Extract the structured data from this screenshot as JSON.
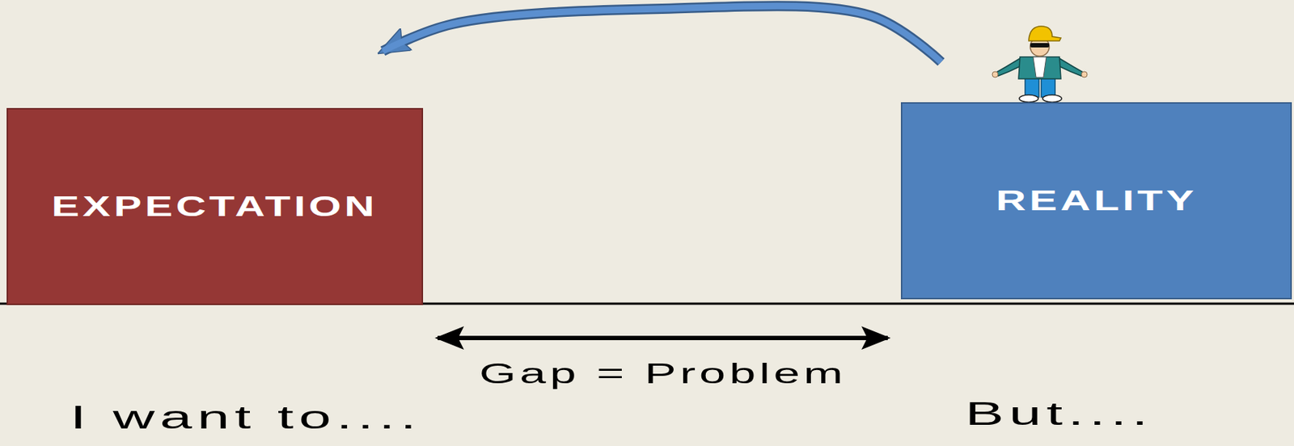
{
  "diagram": {
    "nodes": [
      {
        "text": [
          "EXPECTATION"
        ]
      },
      {
        "text": [
          "REALITY"
        ]
      }
    ],
    "edges": [
      {
        "from": 1,
        "to": 0,
        "arrow": "to"
      },
      {
        "from": 0,
        "to": 1,
        "arrow": "both",
        "label": "Gap = Problem"
      }
    ],
    "labels": [
      "I want to....",
      "But...."
    ]
  }
}
